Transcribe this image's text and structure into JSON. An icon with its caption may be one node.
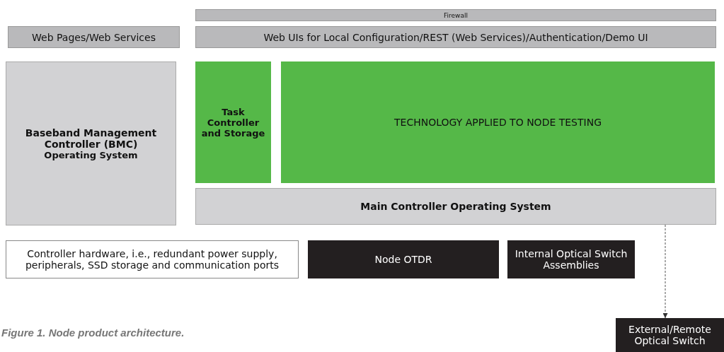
{
  "diagram": {
    "caption": "Figure 1. Node product architecture.",
    "nodes": [
      {
        "text": [
          "Firewall"
        ]
      },
      {
        "text": [
          "Web Pages/Web Services"
        ]
      },
      {
        "text": [
          "Web UIs for Local Configuration/REST (Web Services)/Authentication/Demo UI"
        ]
      },
      {
        "text": [
          "Baseband Management Controller (BMC)",
          "Operating System"
        ]
      },
      {
        "text": [
          "Task Controller and Storage"
        ]
      },
      {
        "text": [
          "TECHNOLOGY APPLIED TO NODE TESTING"
        ]
      },
      {
        "text": [
          "Main Controller Operating System"
        ]
      },
      {
        "text": [
          "Controller hardware, i.e., redundant power supply, peripherals, SSD storage and communication ports"
        ]
      },
      {
        "text": [
          "Node OTDR"
        ]
      },
      {
        "text": [
          "Internal Optical Switch Assemblies"
        ]
      },
      {
        "text": [
          "External/Remote Optical Switch"
        ]
      }
    ],
    "edges": [
      {
        "from": 6,
        "to": 10,
        "arrow": "to",
        "style": "dashed"
      }
    ]
  }
}
